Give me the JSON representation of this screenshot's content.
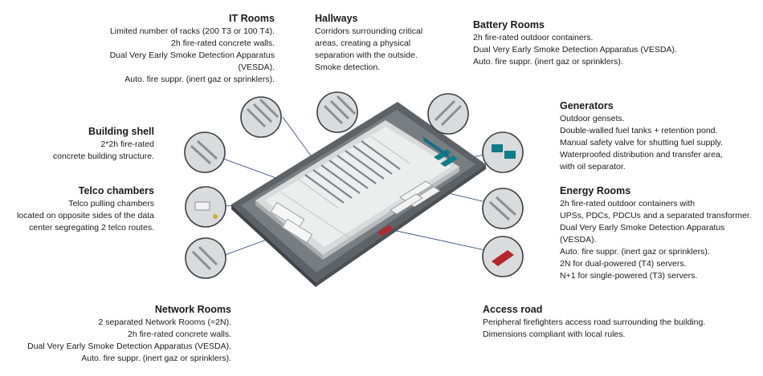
{
  "callouts": {
    "it_rooms": {
      "title": "IT Rooms",
      "lines": [
        "Limited number of racks (200 T3 or 100 T4).",
        "2h fire-rated concrete walls.",
        "Dual Very Early Smoke Detection Apparatus (VESDA).",
        "Auto. fire suppr. (inert gaz or sprinklers)."
      ]
    },
    "hallways": {
      "title": "Hallways",
      "lines": [
        "Corridors surrounding critical",
        "areas, creating a physical",
        "separation with the outside.",
        "Smoke detection."
      ]
    },
    "battery_rooms": {
      "title": "Battery Rooms",
      "lines": [
        "2h fire-rated outdoor containers.",
        "Dual Very Early Smoke Detection Apparatus (VESDA).",
        "Auto. fire suppr. (inert gaz or sprinklers)."
      ]
    },
    "building_shell": {
      "title": "Building shell",
      "lines": [
        "2*2h fire-rated",
        "concrete building structure."
      ]
    },
    "generators": {
      "title": "Generators",
      "lines": [
        "Outdoor gensets.",
        "Double-walled fuel tanks + retention pond.",
        "Manual safety valve for shutting fuel supply.",
        "Waterproofed distribution and transfer area,",
        "with oil separator."
      ]
    },
    "telco_chambers": {
      "title": "Telco chambers",
      "lines": [
        "Telco pulling chambers",
        "located on opposite sides of the data",
        "center segregating 2 telco routes."
      ]
    },
    "energy_rooms": {
      "title": "Energy Rooms",
      "lines": [
        "2h fire-rated outdoor containers with",
        "UPSs, PDCs, PDCUs and a separated transformer.",
        "Dual Very Early Smoke Detection Apparatus (VESDA).",
        "Auto. fire suppr. (inert gaz or sprinklers).",
        "2N for dual-powered (T4) servers.",
        "N+1 for single-powered (T3) servers."
      ]
    },
    "network_rooms": {
      "title": "Network Rooms",
      "lines": [
        "2 separated Network Rooms (=2N).",
        "2h fire-rated concrete walls.",
        "Dual Very Early Smoke Detection Apparatus (VESDA).",
        "Auto. fire suppr. (inert gaz or sprinklers)."
      ]
    },
    "access_road": {
      "title": "Access road",
      "lines": [
        "Peripheral firefighters access road surrounding the building.",
        "Dimensions compliant with local rules."
      ]
    }
  },
  "colors": {
    "ground": "#5d6266",
    "building": "#e9eaea",
    "walls": "#c9cbcc",
    "racks": "#8b8f92",
    "leader": "#1f3b73",
    "accent": "#0f7c8a",
    "red": "#b3262d",
    "circle_stroke": "#3a3f44"
  },
  "icons": [
    "magnifier-callout-it-rooms",
    "magnifier-callout-hallways",
    "magnifier-callout-battery-rooms",
    "magnifier-callout-building-shell",
    "magnifier-callout-generators",
    "magnifier-callout-telco-chambers",
    "magnifier-callout-energy-rooms",
    "magnifier-callout-network-rooms",
    "magnifier-callout-access-road"
  ]
}
